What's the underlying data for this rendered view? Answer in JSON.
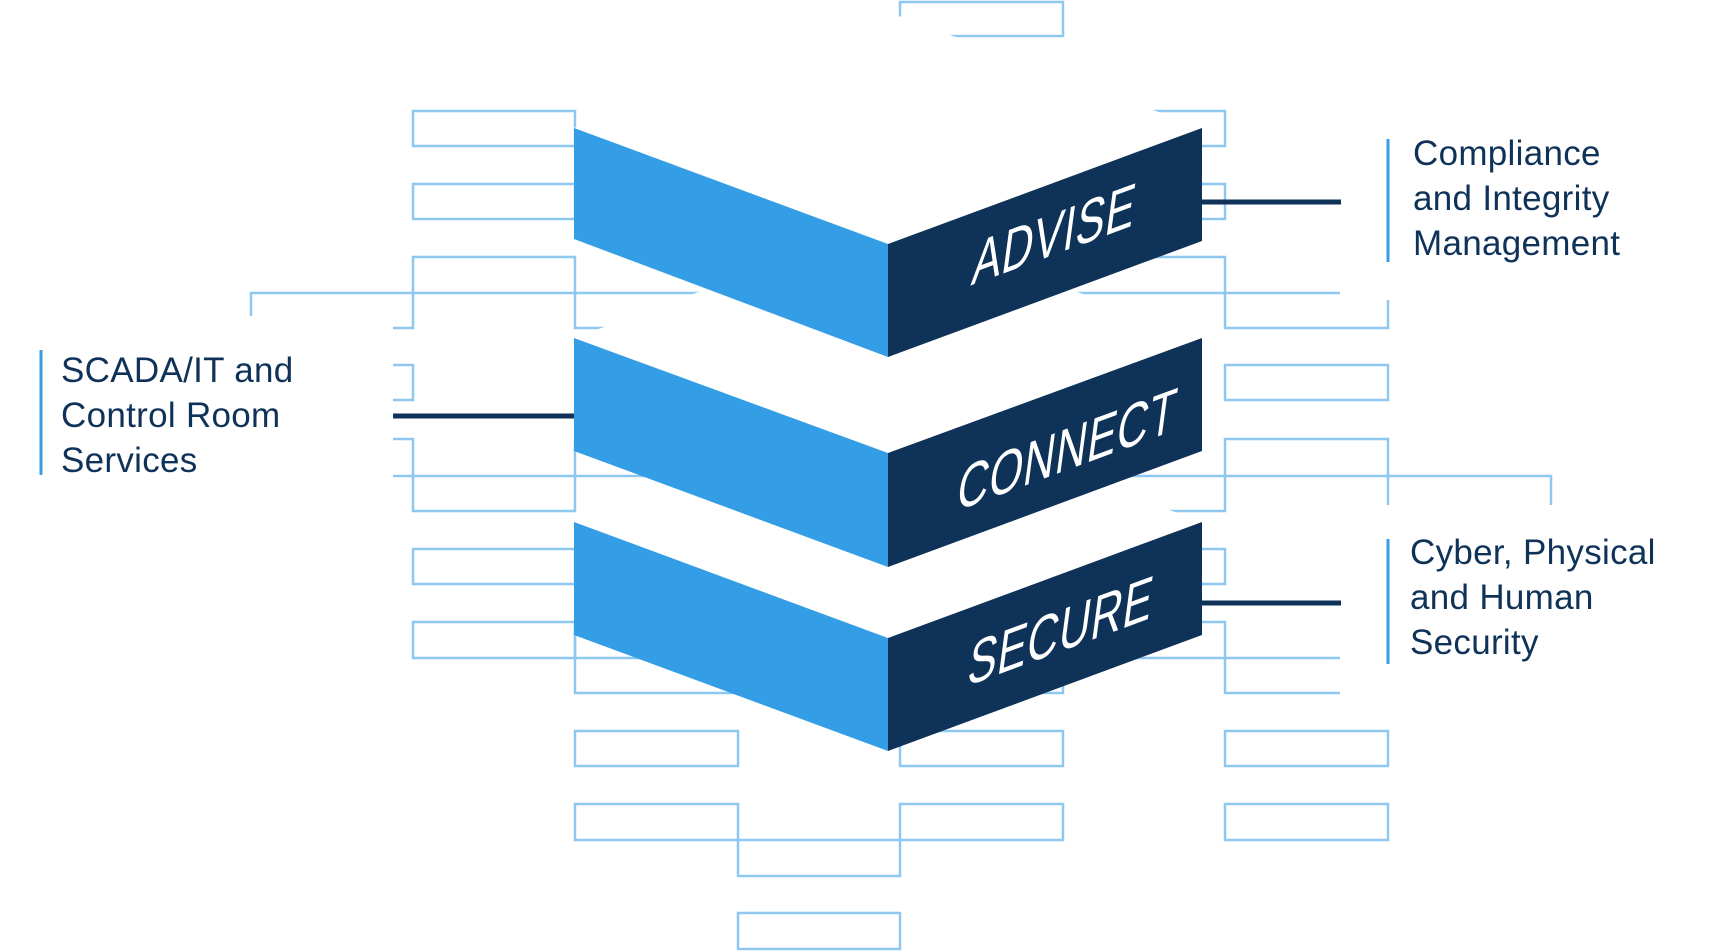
{
  "diagram": {
    "colors": {
      "primary_blue": "#339de6",
      "navy": "#0f3259",
      "grid_line": "#8ec8f1",
      "accent_bar": "#3a9de4",
      "background": "#ffffff"
    },
    "chevrons": [
      {
        "label": "ADVISE"
      },
      {
        "label": "CONNECT"
      },
      {
        "label": "SECURE"
      }
    ],
    "callouts": {
      "left": {
        "lines": [
          "SCADA/IT and",
          "Control Room",
          "Services"
        ],
        "connects_to": "CONNECT"
      },
      "right_top": {
        "lines": [
          "Compliance",
          "and Integrity",
          "Management"
        ],
        "connects_to": "ADVISE"
      },
      "right_bottom": {
        "lines": [
          "Cyber, Physical",
          "and Human",
          "Security"
        ],
        "connects_to": "SECURE"
      }
    }
  }
}
